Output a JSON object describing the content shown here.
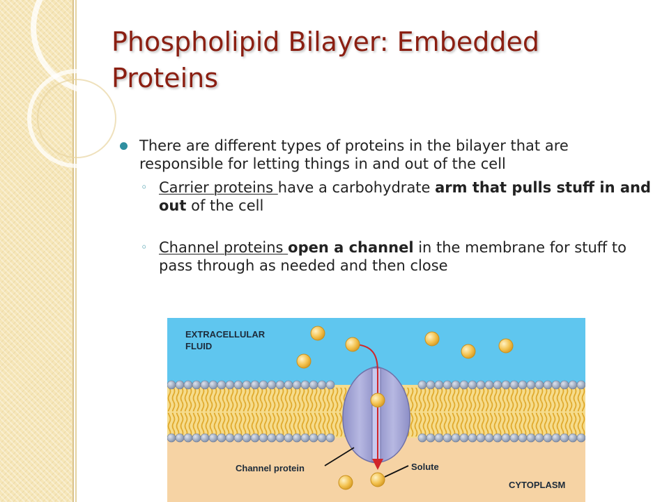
{
  "slide": {
    "title": "Phospholipid Bilayer: Embedded Proteins",
    "bullet": "There are different types of proteins in the bilayer that are responsible for letting things in and out of the cell",
    "sub1": {
      "underlined": "Carrier proteins ",
      "part1": "have a carbohydrate ",
      "bold": "arm that pulls stuff in and out",
      "part2": " of the cell"
    },
    "sub2": {
      "underlined": "Channel proteins ",
      "bold": "open a channel",
      "part1": " in the membrane for stuff to pass through as needed and then close"
    }
  },
  "figure": {
    "label_extracellular_line1": "EXTRACELLULAR",
    "label_extracellular_line2": "FLUID",
    "label_channel_protein": "Channel protein",
    "label_solute": "Solute",
    "label_cytoplasm": "CYTOPLASM",
    "colors": {
      "extracellular": "#5fc6ef",
      "cytoplasm": "#f6d3a4",
      "lipid_head": "#a3b1c8",
      "lipid_tail": "#e9b944",
      "protein": "#a8a9d8",
      "solute": "#f3c24f",
      "arrow": "#d0252a"
    }
  }
}
